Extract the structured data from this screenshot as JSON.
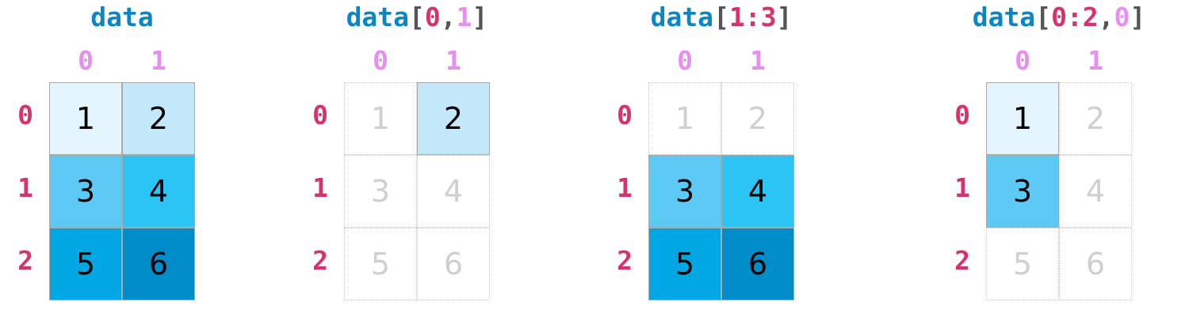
{
  "colors": {
    "name": "#0a86c6",
    "bracket": "#555555",
    "row_index": "#d6336c",
    "col_index": "#e88ef0",
    "cell_fill": [
      "#e3f4fc",
      "#c3e8fa",
      "#5ccaf5",
      "#2cc4f5",
      "#00a7e2",
      "#008bc9"
    ],
    "muted_text": "#cfcfcf"
  },
  "data": [
    [
      1,
      2
    ],
    [
      3,
      4
    ],
    [
      5,
      6
    ]
  ],
  "column_labels": [
    "0",
    "1"
  ],
  "row_labels": [
    "0",
    "1",
    "2"
  ],
  "panels": [
    {
      "title_tokens": [
        {
          "text": "data",
          "role": "name"
        }
      ],
      "selected": [
        [
          true,
          true
        ],
        [
          true,
          true
        ],
        [
          true,
          true
        ]
      ]
    },
    {
      "title_tokens": [
        {
          "text": "data",
          "role": "name"
        },
        {
          "text": "[",
          "role": "bracket"
        },
        {
          "text": "0",
          "role": "row_index"
        },
        {
          "text": ",",
          "role": "bracket"
        },
        {
          "text": "1",
          "role": "col_index"
        },
        {
          "text": "]",
          "role": "bracket"
        }
      ],
      "selected": [
        [
          false,
          true
        ],
        [
          false,
          false
        ],
        [
          false,
          false
        ]
      ]
    },
    {
      "title_tokens": [
        {
          "text": "data",
          "role": "name"
        },
        {
          "text": "[",
          "role": "bracket"
        },
        {
          "text": "1:3",
          "role": "row_index"
        },
        {
          "text": "]",
          "role": "bracket"
        }
      ],
      "selected": [
        [
          false,
          false
        ],
        [
          true,
          true
        ],
        [
          true,
          true
        ]
      ]
    },
    {
      "title_tokens": [
        {
          "text": "data",
          "role": "name"
        },
        {
          "text": "[",
          "role": "bracket"
        },
        {
          "text": "0:2",
          "role": "row_index"
        },
        {
          "text": ",",
          "role": "bracket"
        },
        {
          "text": "0",
          "role": "col_index"
        },
        {
          "text": "]",
          "role": "bracket"
        }
      ],
      "selected": [
        [
          true,
          false
        ],
        [
          true,
          false
        ],
        [
          false,
          false
        ]
      ]
    }
  ]
}
